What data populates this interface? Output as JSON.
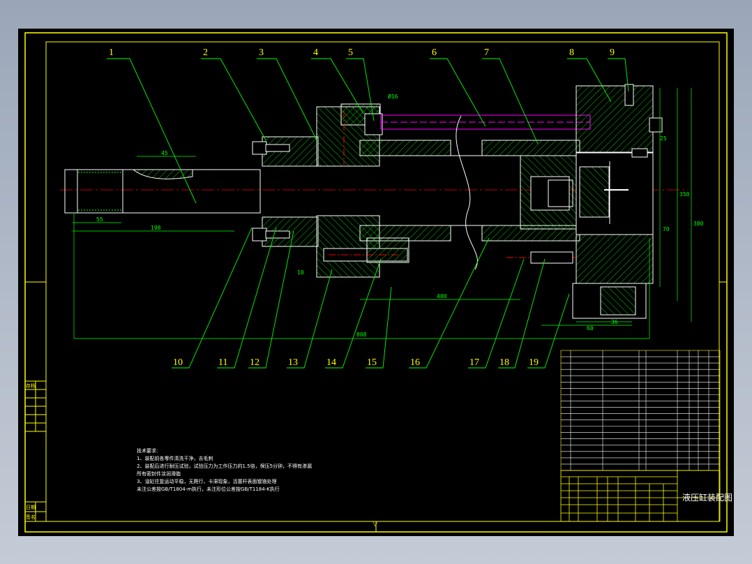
{
  "window": {
    "background": "#a6b0c0"
  },
  "colors": {
    "paper": "#000000",
    "border": "#ffff00",
    "leader": "#00ff00",
    "outline": "#ffffff",
    "center": "#ff0000",
    "hatch": "#00ff00",
    "dim": "#00ff00",
    "hidden": "#ff00ff"
  },
  "balloons": [
    "1",
    "2",
    "3",
    "4",
    "5",
    "6",
    "7",
    "8",
    "9",
    "10",
    "11",
    "12",
    "13",
    "14",
    "15",
    "16",
    "17",
    "18",
    "19"
  ],
  "dimensions": {
    "d_top_left": "45",
    "d_thread_len": "55",
    "d_shaft_len": "198",
    "d_overall": "808",
    "d_mid": "400",
    "d_stub": "60",
    "d_right1": "36",
    "d_right2": "25",
    "d_vert1": "350",
    "d_vert2": "380",
    "d_vert3": "70",
    "d_phi": "Ø16",
    "d_small": "10"
  },
  "notes": {
    "title": "技术要求:",
    "line1": "1、装配前各零件清洗干净，去毛刺",
    "line2": "2、装配后进行耐压试验，试验压力为工作压力的1.5倍，保压5分钟，不得有渗漏",
    "line3": "所有密封件涂润滑脂",
    "line4": "3、油缸往复运动平稳，无爬行、卡滞现象，活塞杆表面镀铬处理",
    "line5": "未注公差按GB/T1804-m执行，未注形位公差按GB/T1184-K执行"
  },
  "title_block": {
    "drawing_name": "液压缸装配图",
    "side_top": "存档",
    "side_mid1": "日期",
    "side_mid2": "签名"
  }
}
